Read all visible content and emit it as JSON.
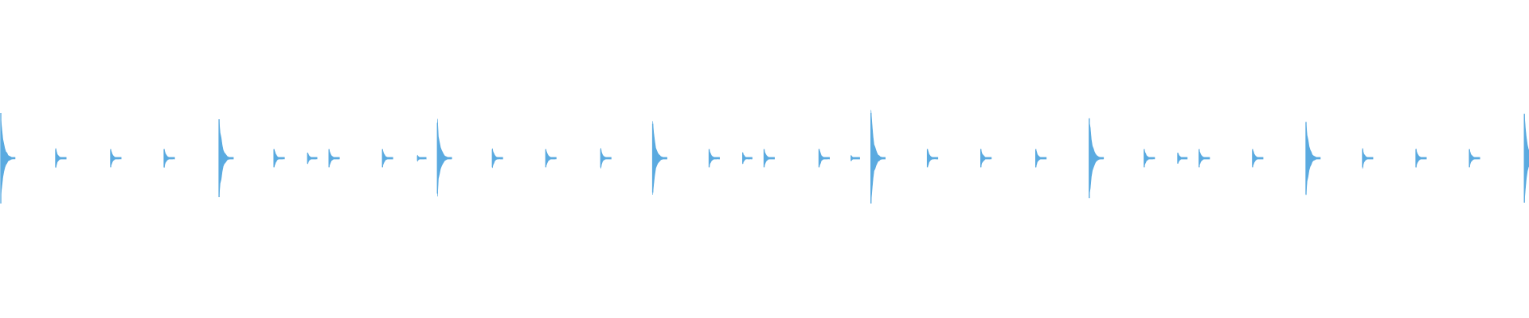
{
  "waveform": {
    "color": "#5aaae0",
    "background": "#ffffff",
    "channels": 1,
    "onsets": [
      {
        "t": 0.0,
        "amp": 1.0
      },
      {
        "t": 0.036,
        "amp": 0.2
      },
      {
        "t": 0.072,
        "amp": 0.2
      },
      {
        "t": 0.107,
        "amp": 0.2
      },
      {
        "t": 0.143,
        "amp": 0.86
      },
      {
        "t": 0.179,
        "amp": 0.2
      },
      {
        "t": 0.201,
        "amp": 0.12
      },
      {
        "t": 0.215,
        "amp": 0.2
      },
      {
        "t": 0.25,
        "amp": 0.2
      },
      {
        "t": 0.273,
        "amp": 0.06
      },
      {
        "t": 0.286,
        "amp": 0.78
      },
      {
        "t": 0.322,
        "amp": 0.2
      },
      {
        "t": 0.357,
        "amp": 0.2
      },
      {
        "t": 0.393,
        "amp": 0.2
      },
      {
        "t": 0.427,
        "amp": 0.76
      },
      {
        "t": 0.464,
        "amp": 0.2
      },
      {
        "t": 0.486,
        "amp": 0.12
      },
      {
        "t": 0.5,
        "amp": 0.2
      },
      {
        "t": 0.536,
        "amp": 0.2
      },
      {
        "t": 0.557,
        "amp": 0.06
      },
      {
        "t": 0.57,
        "amp": 1.0
      },
      {
        "t": 0.607,
        "amp": 0.2
      },
      {
        "t": 0.642,
        "amp": 0.2
      },
      {
        "t": 0.678,
        "amp": 0.2
      },
      {
        "t": 0.713,
        "amp": 0.88
      },
      {
        "t": 0.749,
        "amp": 0.2
      },
      {
        "t": 0.771,
        "amp": 0.12
      },
      {
        "t": 0.785,
        "amp": 0.2
      },
      {
        "t": 0.82,
        "amp": 0.2
      },
      {
        "t": 0.855,
        "amp": 0.8
      },
      {
        "t": 0.892,
        "amp": 0.2
      },
      {
        "t": 0.927,
        "amp": 0.2
      },
      {
        "t": 0.962,
        "amp": 0.2
      },
      {
        "t": 0.998,
        "amp": 0.98
      }
    ]
  }
}
